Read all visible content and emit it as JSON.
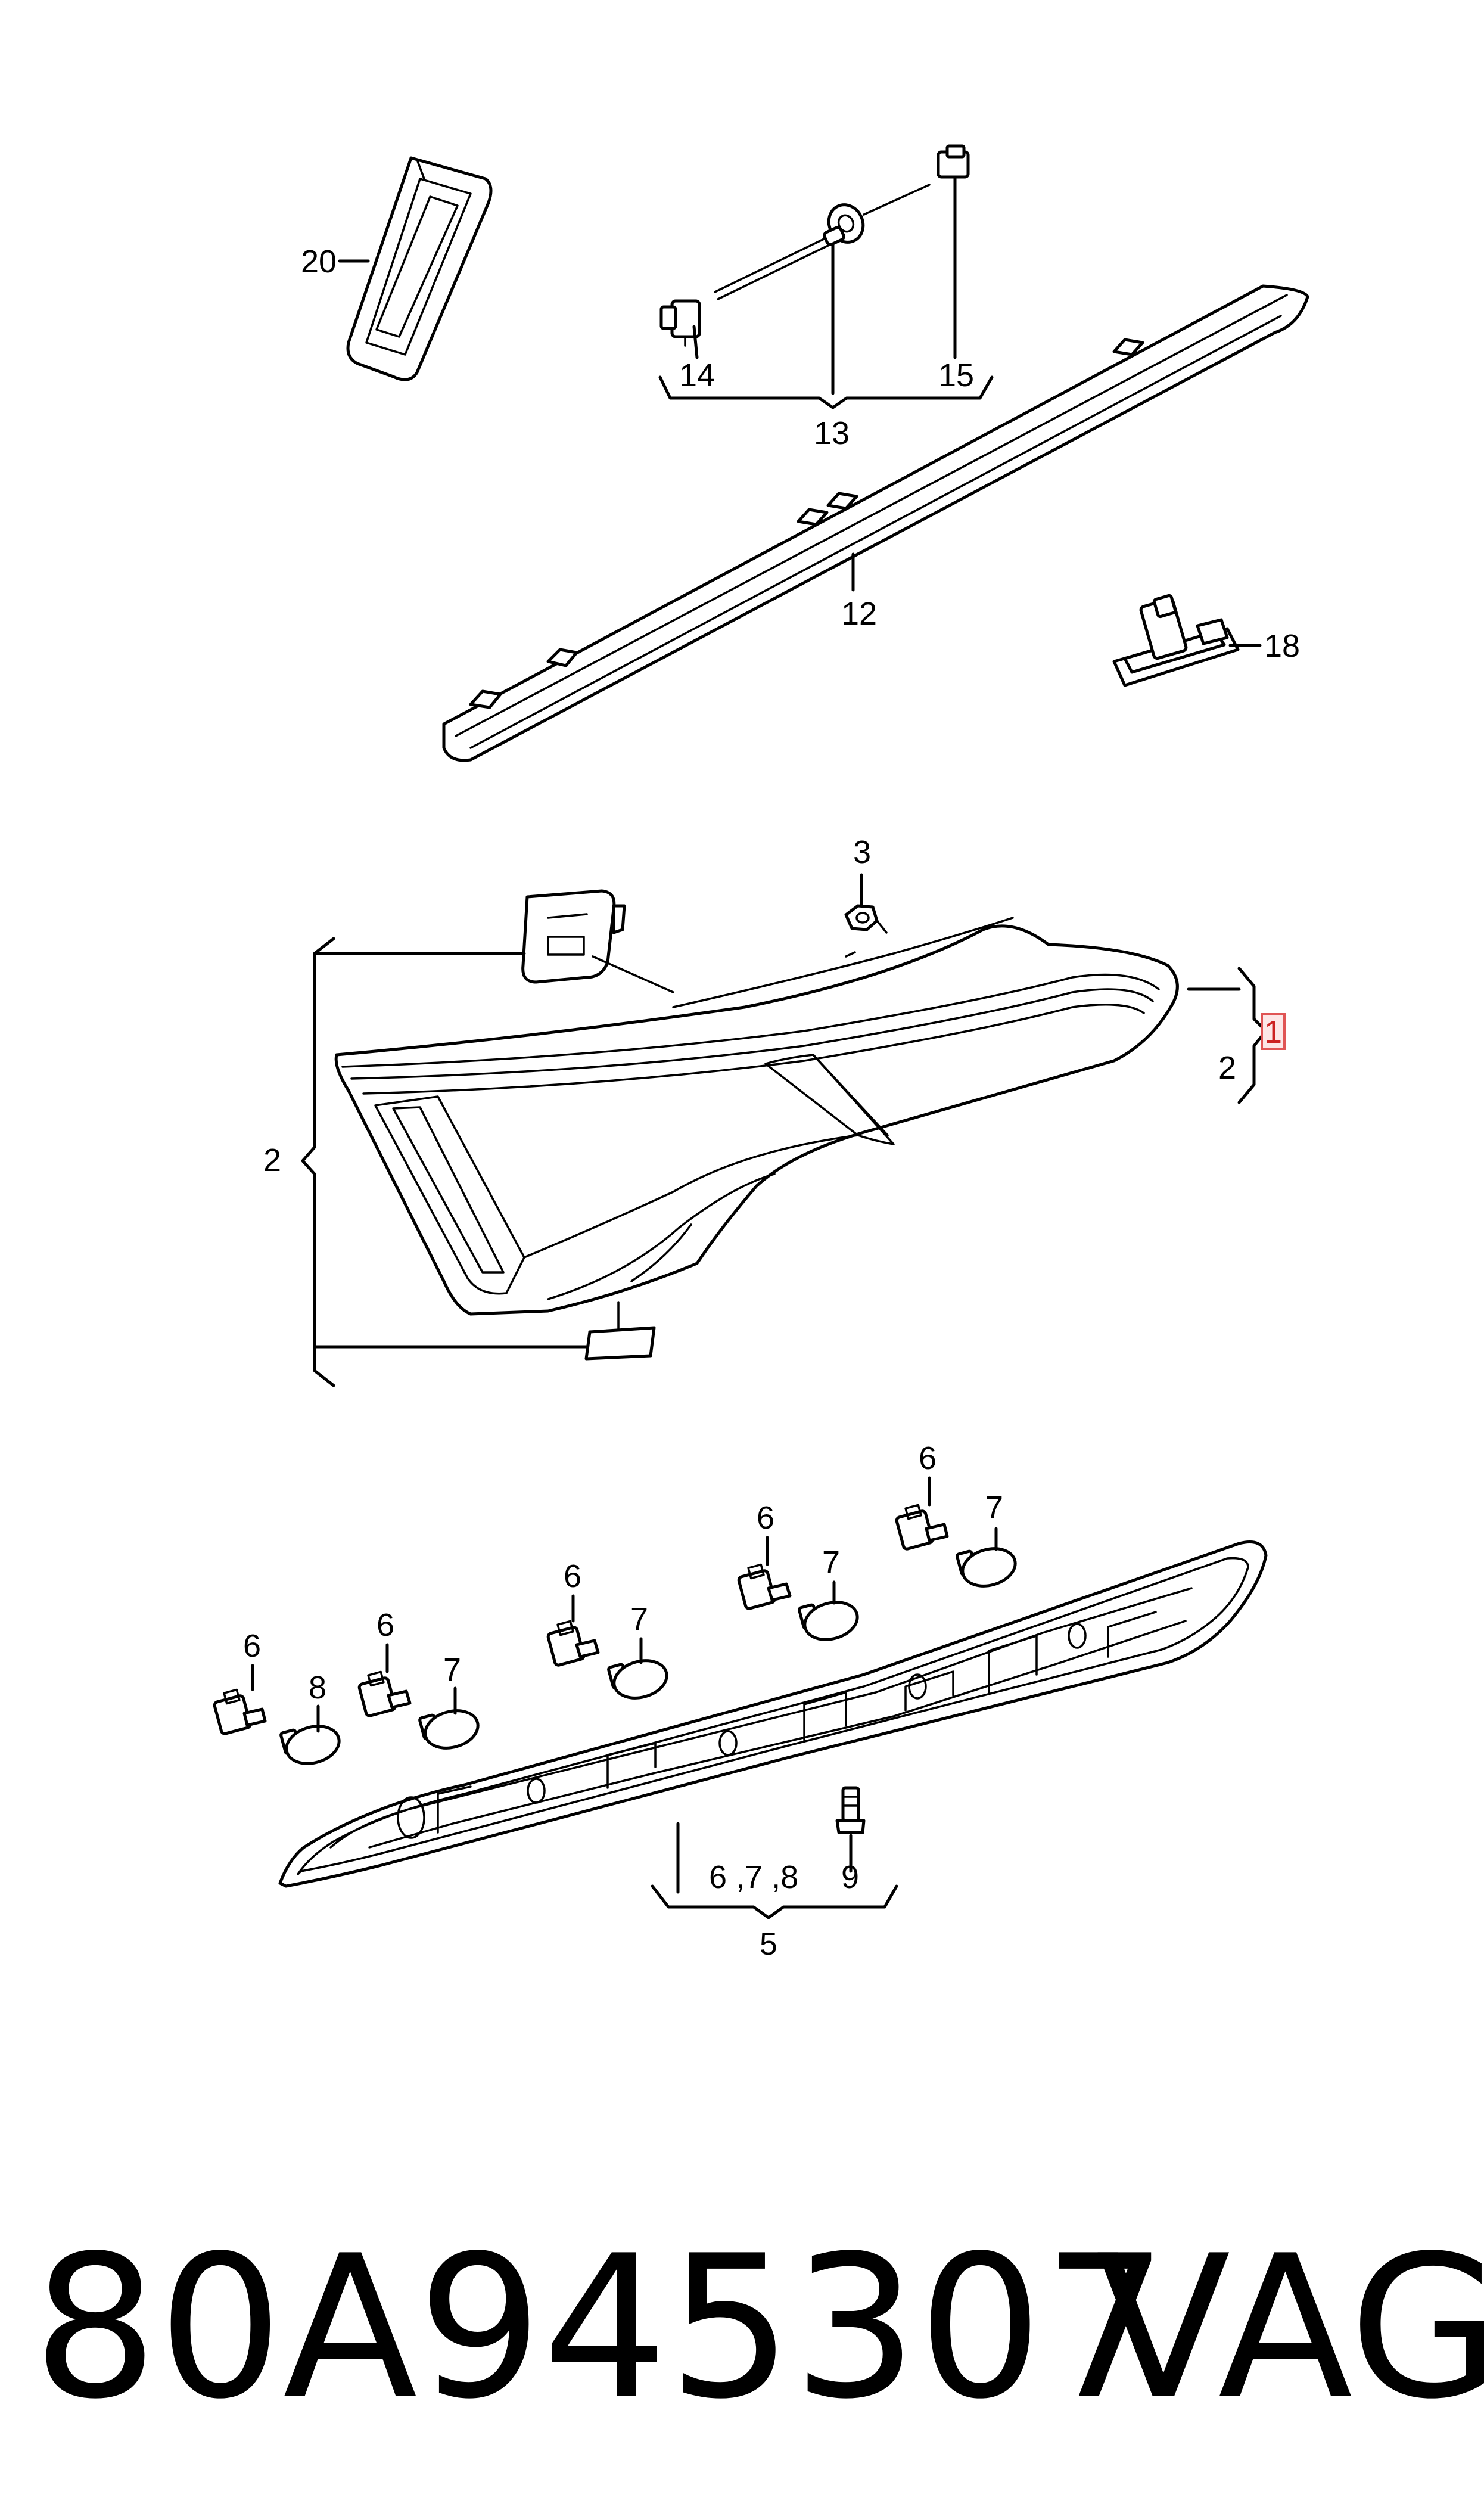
{
  "callouts": {
    "c20": "20",
    "c14": "14",
    "c15": "15",
    "c13": "13",
    "c12": "12",
    "c18": "18",
    "c3": "3",
    "c1": "1",
    "c2_right": "2",
    "c2_left": "2",
    "c6_a": "6",
    "c8": "8",
    "c6_b": "6",
    "c7_b": "7",
    "c6_c": "6",
    "c7_c": "7",
    "c6_d": "6",
    "c7_d": "7",
    "c6_e": "6",
    "c7_e": "7",
    "group_678": "6 ,7 ,8",
    "c9": "9",
    "c5": "5"
  },
  "footer": {
    "part_number": "80A945307",
    "brand": "VAG"
  },
  "highlight_color": "#e05555"
}
